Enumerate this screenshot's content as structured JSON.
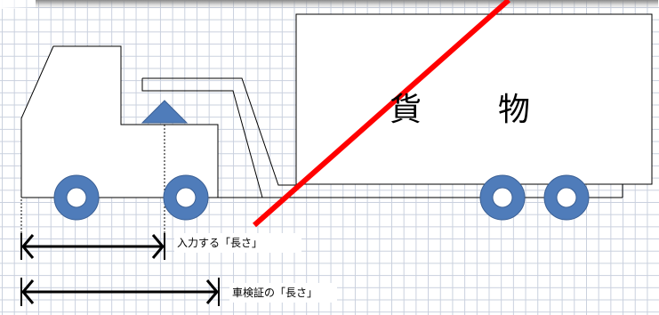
{
  "diagram": {
    "cargo_label": [
      "貨",
      "物"
    ],
    "dimension_labels": {
      "input_length": "入力する「長さ」",
      "inspection_length": "車検証の「長さ」"
    },
    "colors": {
      "wheel_fill": "#4f7cba",
      "wheel_stroke": "#3a5f94",
      "marker_fill": "#4f7cba",
      "slash_line": "#ff0000",
      "outline": "#000000",
      "grid": "#c9d0de"
    },
    "icons": {
      "fifth_wheel_marker": "triangle-marker-icon",
      "wheel": "wheel-icon"
    }
  }
}
